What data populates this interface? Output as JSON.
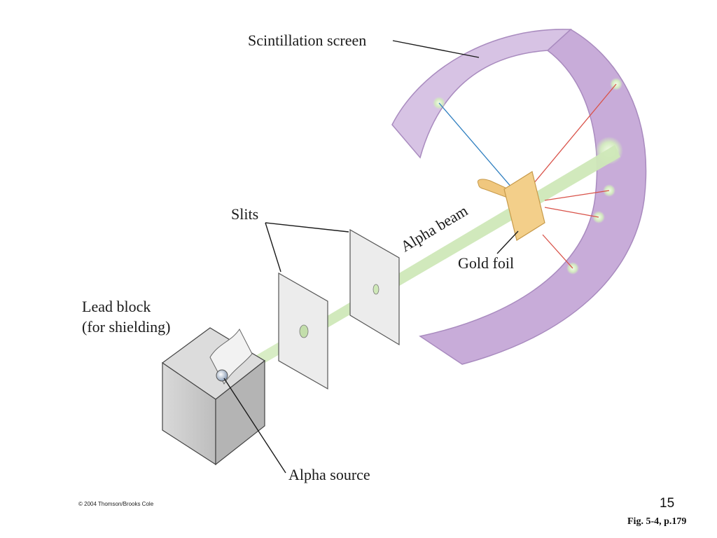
{
  "figure": {
    "labels": {
      "scintillation_screen": "Scintillation screen",
      "slits": "Slits",
      "alpha_beam": "Alpha beam",
      "gold_foil": "Gold foil",
      "lead_block_line1": "Lead block",
      "lead_block_line2": "(for shielding)",
      "alpha_source": "Alpha source"
    },
    "colors": {
      "screen_fill": "#cbb2dc",
      "screen_edge": "#a98bbf",
      "beam": "#cfe8b8",
      "scatter_blue": "#2f7fc0",
      "scatter_red": "#d9534a",
      "gold": "#f3cf8a",
      "lead": "#c8c8c8"
    }
  },
  "footer": {
    "credit": "© 2004 Thomson/Brooks Cole",
    "page_number": "15",
    "figure_ref": "Fig. 5-4, p.179"
  }
}
